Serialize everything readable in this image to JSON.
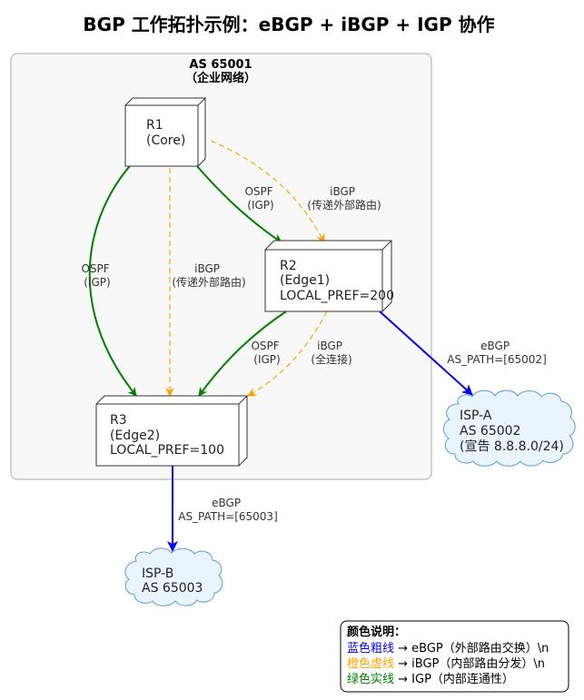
{
  "title": "BGP 工作拓扑示例：eBGP + iBGP + IGP 协作",
  "as_box": {
    "line1": "AS 65001",
    "line2": "（企业网络）"
  },
  "nodes": {
    "r1": [
      "R1",
      "(Core)"
    ],
    "r2": [
      "R2",
      "(Edge1)",
      "LOCAL_PREF=200"
    ],
    "r3": [
      "R3",
      "(Edge2)",
      "LOCAL_PREF=100"
    ],
    "isp_a": [
      "ISP-A",
      "AS 65002",
      "(宣告 8.8.8.0/24)"
    ],
    "isp_b": [
      "ISP-B",
      "AS 65003"
    ]
  },
  "edges": {
    "r1_r2_ospf": [
      "OSPF",
      "(IGP)"
    ],
    "r1_r2_ibgp": [
      "iBGP",
      "(传递外部路由)"
    ],
    "r1_r3_ospf": [
      "OSPF",
      "(IGP)"
    ],
    "r1_r3_ibgp": [
      "iBGP",
      "(传递外部路由)"
    ],
    "r2_r3_ospf": [
      "OSPF",
      "(IGP)"
    ],
    "r2_r3_ibgp": [
      "iBGP",
      "(全连接)"
    ],
    "r2_ispa": [
      "eBGP",
      "AS_PATH=[65002]"
    ],
    "r3_ispb": [
      "eBGP",
      "AS_PATH=[65003]"
    ]
  },
  "legend": {
    "title": "颜色说明：",
    "rows": [
      {
        "key": "蓝色粗线",
        "desc": " → eBGP（外部路由交换）\\n",
        "color": "#0000ff"
      },
      {
        "key": "橙色虚线",
        "desc": " → iBGP（内部路由分发）\\n",
        "color": "#ffa500"
      },
      {
        "key": "绿色实线",
        "desc": " → IGP（内部连通性）",
        "color": "#008000"
      }
    ]
  },
  "colors": {
    "ebgp": "#0000ff",
    "ibgp": "#ffa500",
    "igp": "#008000",
    "cloud_fill": "#eaf4fc",
    "cloud_stroke": "#5b9bd5"
  }
}
